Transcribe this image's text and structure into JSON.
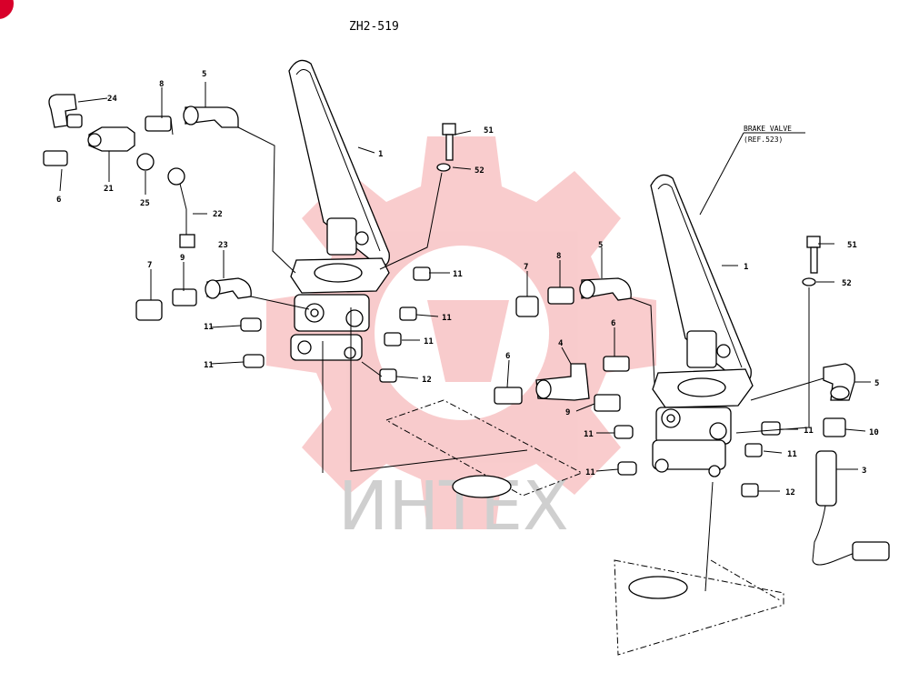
{
  "diagram": {
    "title": "ZH2-519",
    "note": [
      "BRAKE VALVE",
      "(REF.523)"
    ],
    "watermark": "ИНТЕХ",
    "colors": {
      "ink": "#000000",
      "watermark_red": "#e8474a",
      "watermark_gray": "#cfcfcf",
      "corner_badge": "#d8002a"
    },
    "callouts": {
      "left": [
        "24",
        "8",
        "5",
        "1",
        "51",
        "52",
        "6",
        "21",
        "25",
        "22",
        "23",
        "7",
        "9",
        "11",
        "11",
        "11",
        "11",
        "11",
        "12"
      ],
      "right": [
        "1",
        "51",
        "52",
        "7",
        "8",
        "5",
        "6",
        "4",
        "6",
        "9",
        "11",
        "11",
        "11",
        "11",
        "12",
        "5",
        "10",
        "3"
      ]
    }
  }
}
